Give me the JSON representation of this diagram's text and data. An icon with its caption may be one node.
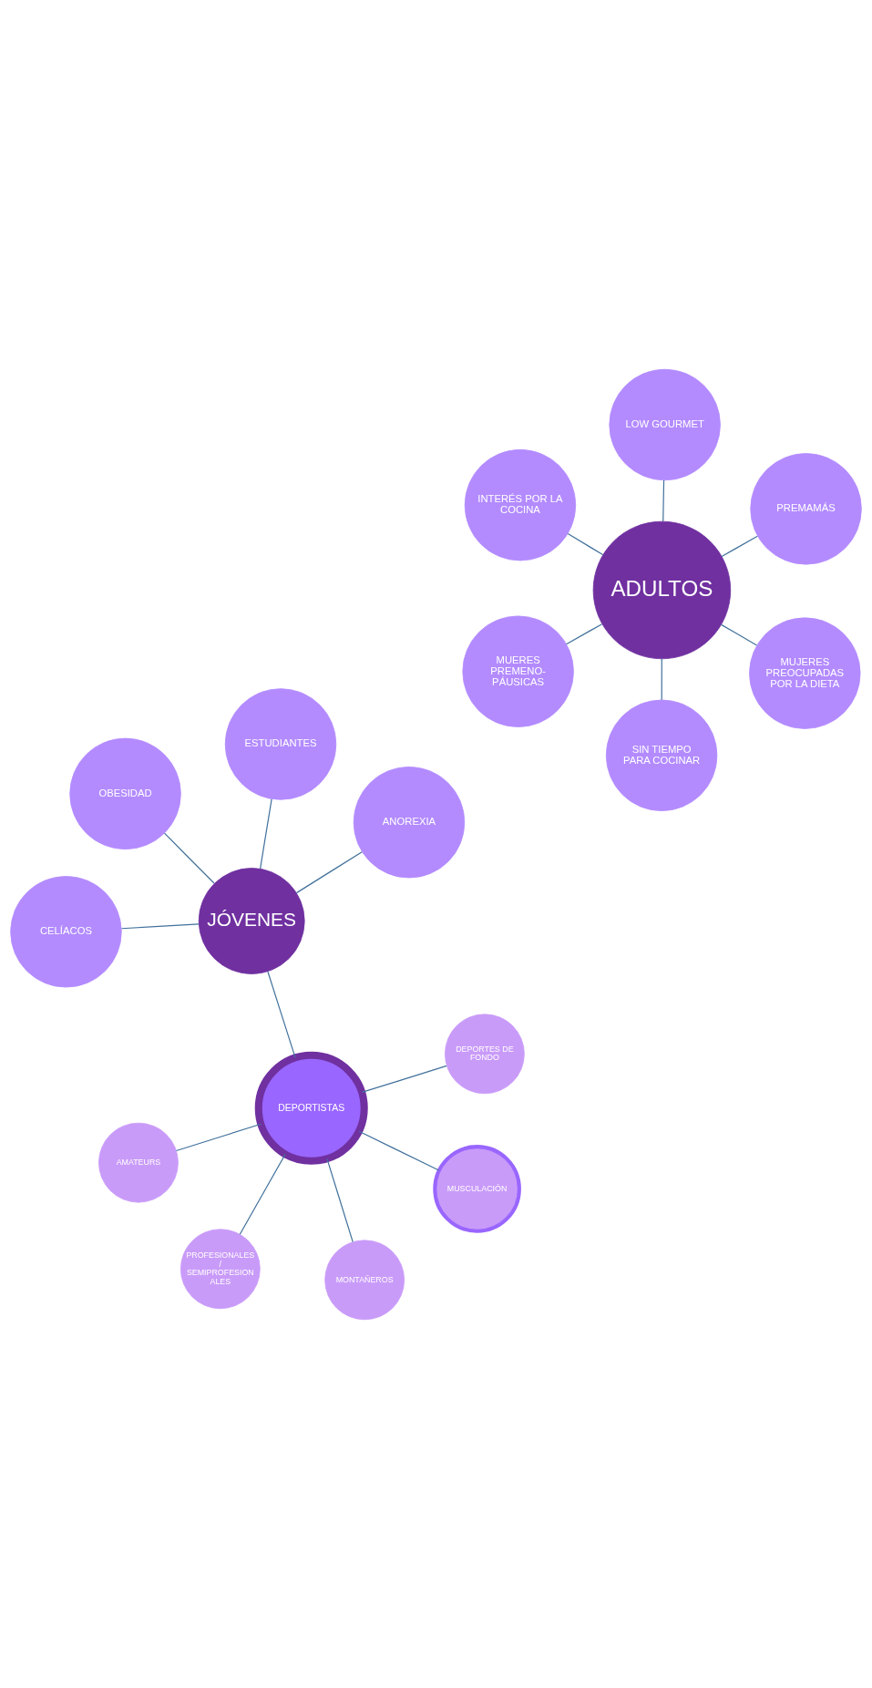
{
  "diagram": {
    "nodes": [
      {
        "text": [
          "ADULTOS"
        ]
      },
      {
        "text": [
          "MUJERES PREOCUPADAS POR LA DIETA"
        ]
      },
      {
        "text": [
          "SIN TIEMPO PARA COCINAR"
        ]
      },
      {
        "text": [
          "INTERÉS POR LA COCINA"
        ]
      },
      {
        "text": [
          "PREMAMÁS"
        ]
      },
      {
        "text": [
          "LOW GOURMET"
        ]
      },
      {
        "text": [
          "MUERES PREMENO- PÁUSICAS"
        ]
      },
      {
        "text": [
          "JÓVENES"
        ]
      },
      {
        "text": [
          "ANOREXIA"
        ]
      },
      {
        "text": [
          "CELÍACOS"
        ]
      },
      {
        "text": [
          "OBESIDAD"
        ]
      },
      {
        "text": [
          "ESTUDIANTES"
        ]
      },
      {
        "text": [
          "DEPORTISTAS"
        ]
      },
      {
        "text": [
          "AMATEURS"
        ]
      },
      {
        "text": [
          "DEPORTES DE FONDO"
        ]
      },
      {
        "text": [
          "PROFESIONALES / SEMIPROFESION ALES"
        ]
      },
      {
        "text": [
          "MUSCULACIÓN"
        ]
      },
      {
        "text": [
          "MONTAÑEROS"
        ]
      }
    ],
    "edges": [
      {
        "from": 0,
        "to": 1,
        "arrow": "none"
      },
      {
        "from": 0,
        "to": 2,
        "arrow": "none"
      },
      {
        "from": 0,
        "to": 3,
        "arrow": "none"
      },
      {
        "from": 0,
        "to": 4,
        "arrow": "none"
      },
      {
        "from": 0,
        "to": 5,
        "arrow": "none"
      },
      {
        "from": 0,
        "to": 6,
        "arrow": "none"
      },
      {
        "from": 7,
        "to": 8,
        "arrow": "none"
      },
      {
        "from": 7,
        "to": 9,
        "arrow": "none"
      },
      {
        "from": 7,
        "to": 10,
        "arrow": "none"
      },
      {
        "from": 7,
        "to": 11,
        "arrow": "none"
      },
      {
        "from": 7,
        "to": 12,
        "arrow": "none"
      },
      {
        "from": 12,
        "to": 13,
        "arrow": "none"
      },
      {
        "from": 12,
        "to": 14,
        "arrow": "none"
      },
      {
        "from": 12,
        "to": 15,
        "arrow": "none"
      },
      {
        "from": 12,
        "to": 16,
        "arrow": "none"
      },
      {
        "from": 12,
        "to": 17,
        "arrow": "none"
      }
    ]
  }
}
